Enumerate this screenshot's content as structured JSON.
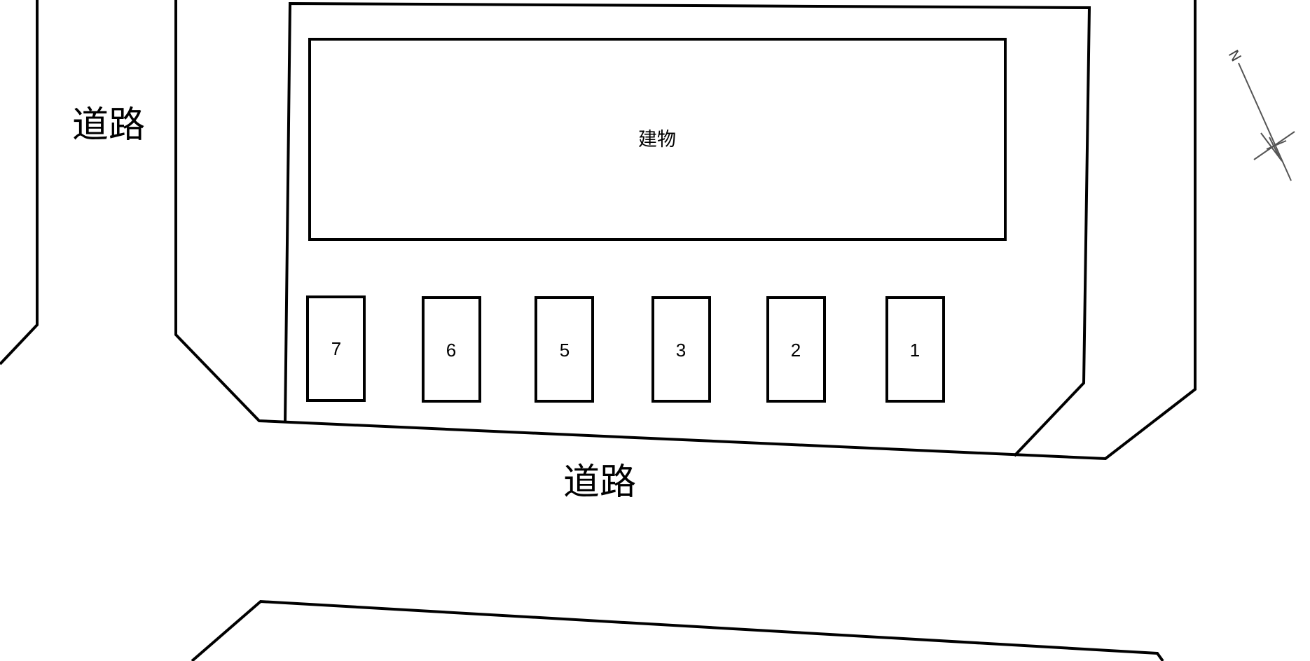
{
  "road_labels": {
    "left": "道路",
    "bottom": "道路"
  },
  "building": {
    "label": "建物"
  },
  "parking_spaces": [
    "7",
    "6",
    "5",
    "3",
    "2",
    "1"
  ],
  "compass": {
    "letter": "N",
    "icon": "north-arrow-icon"
  },
  "colors": {
    "line": "#000000",
    "background": "#ffffff"
  }
}
